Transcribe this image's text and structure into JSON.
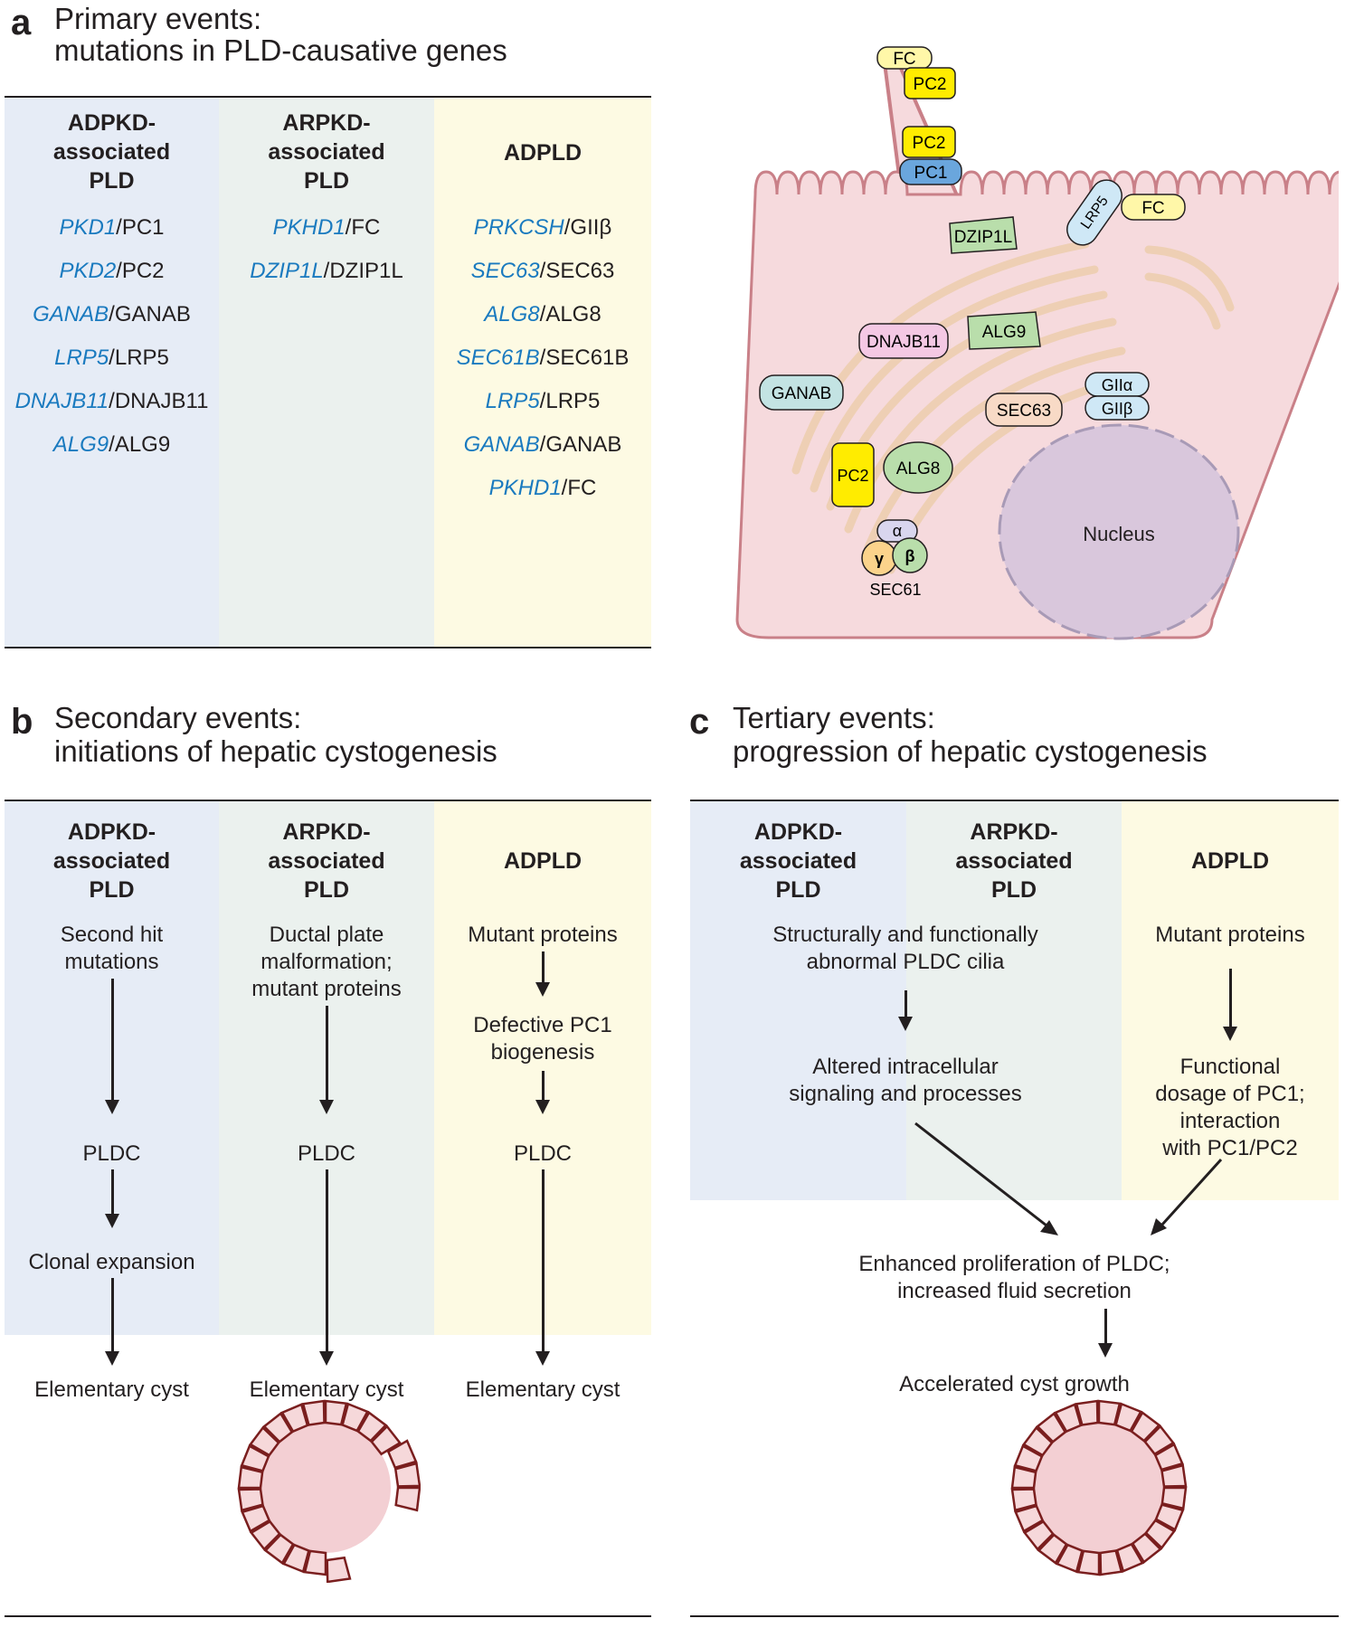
{
  "panel_a": {
    "letter": "a",
    "title_line1": "Primary events:",
    "title_line2": "mutations in PLD-causative genes",
    "columns": [
      {
        "header": [
          "ADPKD-",
          "associated",
          "PLD"
        ],
        "genes": [
          {
            "gene": "PKD1",
            "protein": "/PC1"
          },
          {
            "gene": "PKD2",
            "protein": "/PC2"
          },
          {
            "gene": "GANAB",
            "protein": "/GANAB"
          },
          {
            "gene": "LRP5",
            "protein": "/LRP5"
          },
          {
            "gene": "DNAJB11",
            "protein": "/DNAJB11"
          },
          {
            "gene": "ALG9",
            "protein": "/ALG9"
          }
        ]
      },
      {
        "header": [
          "ARPKD-",
          "associated",
          "PLD"
        ],
        "genes": [
          {
            "gene": "PKHD1",
            "protein": "/FC"
          },
          {
            "gene": "DZIP1L",
            "protein": "/DZIP1L"
          }
        ]
      },
      {
        "header": [
          "ADPLD"
        ],
        "genes": [
          {
            "gene": "PRKCSH",
            "protein": "/GIIβ"
          },
          {
            "gene": "SEC63",
            "protein": "/SEC63"
          },
          {
            "gene": "ALG8",
            "protein": "/ALG8"
          },
          {
            "gene": "SEC61B",
            "protein": "/SEC61B"
          },
          {
            "gene": "LRP5",
            "protein": "/LRP5"
          },
          {
            "gene": "GANAB",
            "protein": "/GANAB"
          },
          {
            "gene": "PKHD1",
            "protein": "/FC"
          }
        ]
      }
    ]
  },
  "cell": {
    "fc_top": "FC",
    "pc2_top": "PC2",
    "pc2_mid": "PC2",
    "pc1": "PC1",
    "dzip1l": "DZIP1L",
    "lrp5": "LRP5",
    "fc_right": "FC",
    "dnajb11": "DNAJB11",
    "alg9": "ALG9",
    "ganab": "GANAB",
    "gii_alpha": "GIIα",
    "gii_beta": "GIIβ",
    "sec63": "SEC63",
    "pc2_er": "PC2",
    "alg8": "ALG8",
    "nucleus": "Nucleus",
    "sec61_alpha": "α",
    "sec61_gamma": "γ",
    "sec61_beta": "β",
    "sec61": "SEC61"
  },
  "panel_b": {
    "letter": "b",
    "title_line1": "Secondary events:",
    "title_line2": "initiations of hepatic cystogenesis",
    "columns": [
      {
        "header": [
          "ADPKD-",
          "associated",
          "PLD"
        ],
        "steps": [
          [
            "Second hit",
            "mutations"
          ],
          [
            "PLDC"
          ],
          [
            "Clonal expansion"
          ]
        ],
        "outcome": "Elementary cyst"
      },
      {
        "header": [
          "ARPKD-",
          "associated",
          "PLD"
        ],
        "steps": [
          [
            "Ductal plate",
            "malformation;",
            "mutant proteins"
          ],
          [
            "PLDC"
          ]
        ],
        "outcome": "Elementary cyst"
      },
      {
        "header": [
          "ADPLD"
        ],
        "steps": [
          [
            "Mutant proteins"
          ],
          [
            "Defective PC1",
            "biogenesis"
          ],
          [
            "PLDC"
          ]
        ],
        "outcome": "Elementary cyst"
      }
    ]
  },
  "panel_c": {
    "letter": "c",
    "title_line1": "Tertiary events:",
    "title_line2": "progression of hepatic cystogenesis",
    "columns": [
      {
        "header": [
          "ADPKD-",
          "associated",
          "PLD"
        ]
      },
      {
        "header": [
          "ARPKD-",
          "associated",
          "PLD"
        ]
      },
      {
        "header": [
          "ADPLD"
        ]
      }
    ],
    "left_step1": [
      "Structurally and functionally",
      "abnormal PLDC cilia"
    ],
    "left_step2": [
      "Altered intracellular",
      "signaling and processes"
    ],
    "right_step1": [
      "Mutant proteins"
    ],
    "right_step2": [
      "Functional",
      "dosage of PC1;",
      "interaction",
      "with PC1/PC2"
    ],
    "merged_step": [
      "Enhanced proliferation of PLDC;",
      "increased fluid secretion"
    ],
    "outcome": "Accelerated cyst growth"
  },
  "colors": {
    "col_blue": "#e6ecf6",
    "col_green": "#ebf1ee",
    "col_yellow": "#fdfae3",
    "gene_blue": "#1a7abf",
    "cell_fill": "#f6dadd",
    "cell_stroke": "#c98088",
    "er_color": "#eecfb4",
    "nucleus": "#d9c7dc",
    "cyst_wall": "#7a1e1e"
  }
}
